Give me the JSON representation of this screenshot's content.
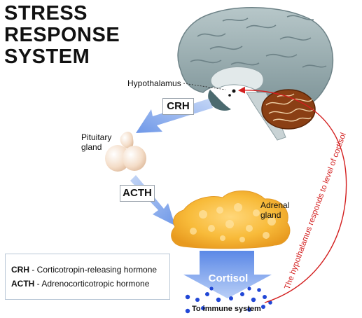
{
  "title_lines": [
    "STRESS",
    "RESPONSE",
    "SYSTEM"
  ],
  "labels": {
    "hypothalamus": "Hypothalamus",
    "pituitary": "Pituitary gland",
    "adrenal": "Adrenal gland",
    "crh": "CRH",
    "acth": "ACTH",
    "cortisol": "Cortisol",
    "immune": "To immune system",
    "feedback": "The hypothalamus responds to level of cortisol"
  },
  "legend": [
    {
      "abbr": "CRH",
      "text": " - Corticotropin-releasing hormone"
    },
    {
      "abbr": "ACTH",
      "text": " - Adrenocorticotropic hormone"
    }
  ],
  "colors": {
    "arrow_blue": "#7ea6ee",
    "feedback_red": "#d31f1f",
    "adrenal_orange": "#f7b632",
    "brain_gray": "#9aaeb2",
    "cerebellum_brown": "#8a3f14",
    "dots_blue": "#2147d6"
  }
}
